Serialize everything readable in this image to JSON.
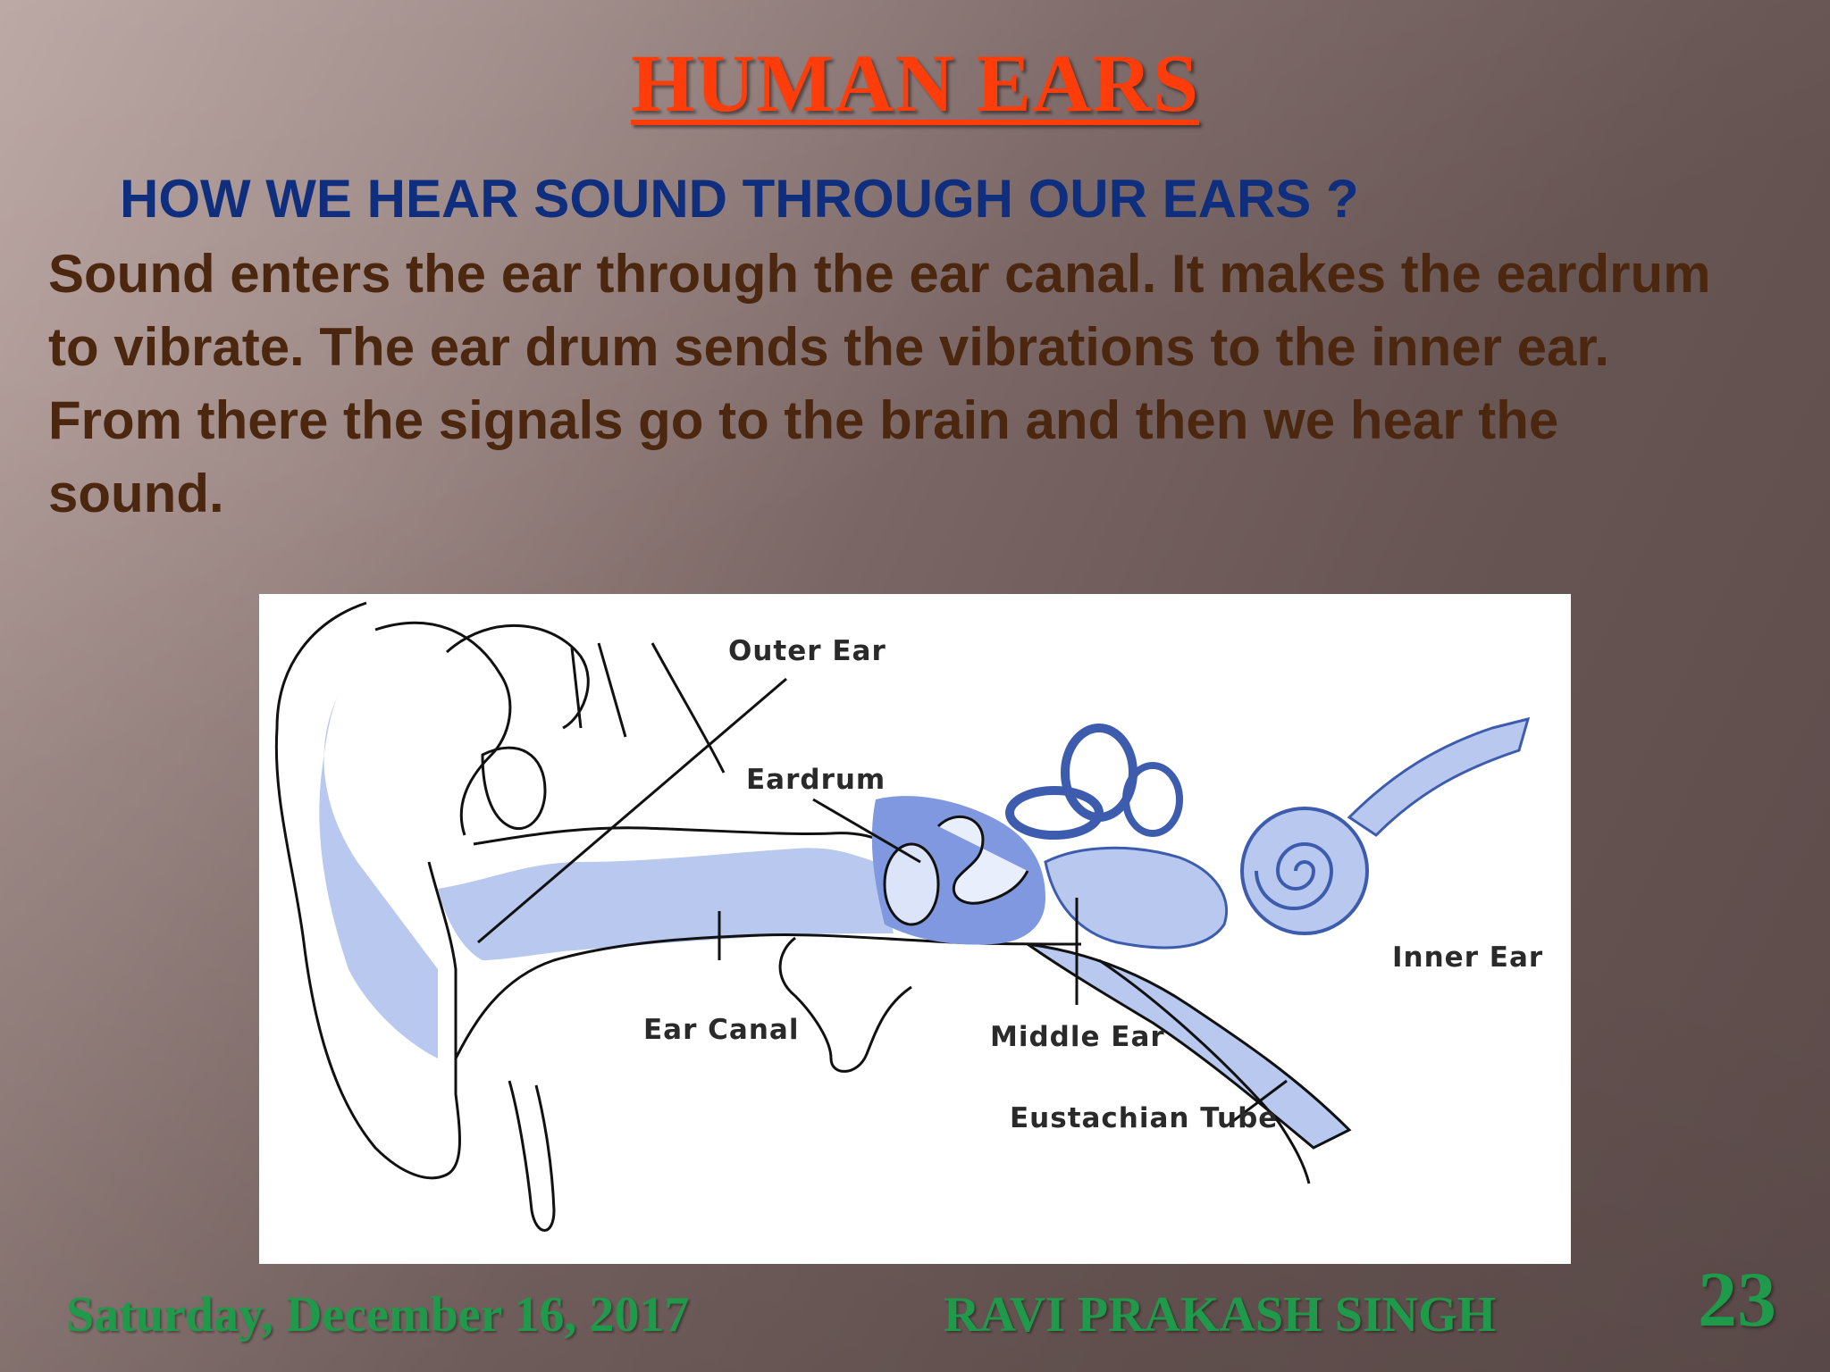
{
  "slide": {
    "title": "HUMAN EARS",
    "subtitle": "HOW WE HEAR SOUND THROUGH OUR EARS ?",
    "body": "Sound enters the ear through the ear canal. It makes the eardrum to vibrate. The ear drum sends the vibrations to the inner ear. From there the signals go to the brain and then we hear the sound.",
    "footer_date": "Saturday, December 16, 2017",
    "footer_author": "RAVI PRAKASH SINGH",
    "slide_number": "23"
  },
  "diagram": {
    "labels": {
      "outer_ear": "Outer Ear",
      "eardrum": "Eardrum",
      "ear_canal": "Ear Canal",
      "middle_ear": "Middle Ear",
      "inner_ear": "Inner Ear",
      "eustachian_tube": "Eustachian Tube"
    }
  },
  "colors": {
    "title": "#ff3d0a",
    "subtitle": "#0f2f7e",
    "body": "#4c2710",
    "footer": "#1f9a4a",
    "ear_blue": "#b8c8ef",
    "ear_blue_dark": "#7f98e0"
  }
}
